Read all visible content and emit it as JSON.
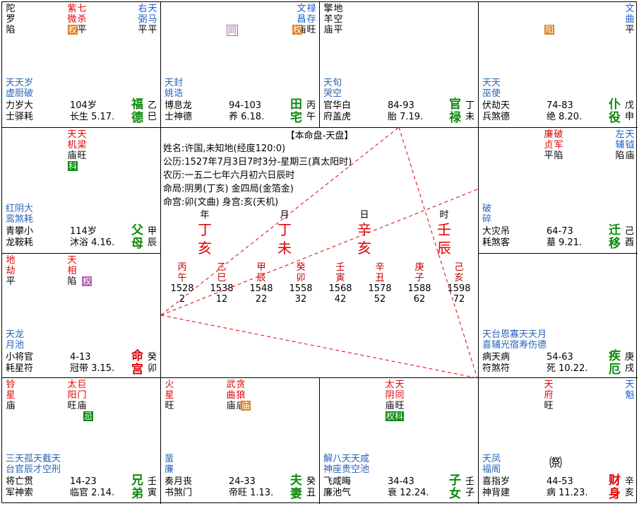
{
  "palaces": {
    "si": {
      "left": [
        [
          "陀",
          "罗",
          "陷",
          "k"
        ]
      ],
      "mid": [
        [
          "紫",
          "微",
          "旺",
          "r"
        ],
        [
          "七",
          "杀",
          "平",
          "r"
        ]
      ],
      "right": [
        [
          "右",
          "弼",
          "平",
          "b"
        ],
        [
          "天",
          "马",
          "平",
          "b"
        ]
      ],
      "minor": [
        "天天岁",
        "虚厨破"
      ],
      "god1": "力岁大",
      "god2": "士驿耗",
      "age": "104岁",
      "stage": "长生 5.17.",
      "pname": [
        "福",
        "德"
      ],
      "gz": [
        "乙",
        "巳"
      ]
    },
    "wu": {
      "right": [
        [
          "文",
          "昌",
          "庙",
          "b"
        ],
        [
          "禄",
          "存",
          "旺",
          "b"
        ]
      ],
      "minor": [
        "天封",
        "姚诰"
      ],
      "god1": "博息龙",
      "god2": "士神德",
      "age": "94-103",
      "stage": "养 6.18.",
      "pname": [
        "田",
        "宅"
      ],
      "gz": [
        "丙",
        "午"
      ]
    },
    "wei": {
      "left": [
        [
          "擎",
          "羊",
          "庙",
          "k"
        ],
        [
          "地",
          "空",
          "平",
          "k"
        ]
      ],
      "minor": [
        "天旬",
        "哭空"
      ],
      "god1": "官华白",
      "god2": "府盖虎",
      "age": "84-93",
      "stage": "胎 7.19.",
      "pname": [
        "官",
        "禄"
      ],
      "gz": [
        "丁",
        "未"
      ]
    },
    "shen": {
      "right": [
        [
          "文",
          "曲",
          "平",
          "b"
        ]
      ],
      "minor": [
        "天天",
        "巫使"
      ],
      "god1": "伏劫天",
      "god2": "兵煞德",
      "age": "74-83",
      "stage": "绝 8.20.",
      "pname": [
        "仆",
        "役"
      ],
      "gz": [
        "戊",
        "申"
      ]
    },
    "chen": {
      "mid": [
        [
          "天",
          "机",
          "庙",
          "r"
        ],
        [
          "天",
          "梁",
          "旺",
          "r"
        ]
      ],
      "minor": [
        "红阴大",
        "鸾煞耗"
      ],
      "god1": "青攀小",
      "god2": "龙鞍耗",
      "age": "114岁",
      "stage": "沐浴 4.16.",
      "pname": [
        "父",
        "母"
      ],
      "gz": [
        "甲",
        "辰"
      ]
    },
    "you": {
      "mid": [
        [
          "廉",
          "贞",
          "平",
          "r"
        ],
        [
          "破",
          "军",
          "陷",
          "r"
        ]
      ],
      "right": [
        [
          "左",
          "辅",
          "陷",
          "b"
        ],
        [
          "天",
          "钺",
          "庙",
          "b"
        ]
      ],
      "minor": [
        "破",
        "碎"
      ],
      "god1": "大灾吊",
      "god2": "耗煞客",
      "age": "64-73",
      "stage": "墓 9.21.",
      "pname": [
        "迁",
        "移"
      ],
      "gz": [
        "己",
        "酉"
      ]
    },
    "mao": {
      "left": [
        [
          "地",
          "劫",
          "平",
          "r"
        ]
      ],
      "mid": [
        [
          "天",
          "相",
          "陷",
          "r"
        ]
      ],
      "minor": [
        "天龙",
        "月池"
      ],
      "god1": "小将官",
      "god2": "耗星符",
      "age": "4-13",
      "stage": "冠带 3.15.",
      "pname": [
        "命",
        "宫"
      ],
      "gz": [
        "癸",
        "卯"
      ]
    },
    "xu": {
      "minor": [
        "天台恩寡天天月",
        "喜辅光宿寿伤德"
      ],
      "god1": "病天病",
      "god2": "符煞符",
      "age": "54-63",
      "stage": "死 10.22.",
      "pname": [
        "疾",
        "厄"
      ],
      "gz": [
        "庚",
        "戌"
      ]
    },
    "yin": {
      "left": [
        [
          "铃",
          "星",
          "庙",
          "r"
        ]
      ],
      "mid": [
        [
          "太",
          "阳",
          "旺",
          "r"
        ],
        [
          "巨",
          "门",
          "庙",
          "r"
        ]
      ],
      "minor": [
        "三天孤天截天",
        "台官辰才空刑"
      ],
      "god1": "将亡贯",
      "god2": "军神索",
      "age": "14-23",
      "stage": "临官 2.14.",
      "pname": [
        "兄",
        "弟"
      ],
      "gz": [
        "壬",
        "寅"
      ]
    },
    "chou": {
      "left": [
        [
          "火",
          "星",
          "旺",
          "r"
        ]
      ],
      "mid": [
        [
          "武",
          "曲",
          "庙",
          "r"
        ],
        [
          "贪",
          "狼",
          "庙",
          "r"
        ]
      ],
      "minor": [
        "蜚",
        "廉"
      ],
      "god1": "奏月丧",
      "god2": "书煞门",
      "age": "24-33",
      "stage": "帝旺 1.13.",
      "pname": [
        "夫",
        "妻"
      ],
      "gz": [
        "癸",
        "丑"
      ]
    },
    "zi": {
      "mid": [
        [
          "太",
          "阴",
          "庙",
          "r"
        ],
        [
          "天",
          "同",
          "旺",
          "r"
        ]
      ],
      "minor": [
        "解八天天咸",
        "神座贵空池"
      ],
      "god1": "飞咸晦",
      "god2": "廉池气",
      "age": "34-43",
      "stage": "衰 12.24.",
      "pname": [
        "子",
        "女"
      ],
      "gz": [
        "壬",
        "子"
      ]
    },
    "hai": {
      "mid": [
        [
          "天",
          "府",
          "旺",
          "r"
        ]
      ],
      "right": [
        [
          "天",
          "魁",
          "",
          "b"
        ]
      ],
      "minor": [
        "天凤",
        "福阁"
      ],
      "god1": "喜指岁",
      "god2": "神背建",
      "age": "44-53",
      "stage": "病 11.23.",
      "pname": [
        "财",
        "身"
      ],
      "gz": [
        "辛",
        "亥"
      ]
    }
  },
  "hua": {
    "si": "权",
    "wu": "权",
    "shen": "权",
    "chen": "科",
    "mao": "权",
    "yin": "忌",
    "chou": "权",
    "zi": "科",
    "hai": "㉀"
  },
  "hua_wu_self": "同",
  "hua_shen_self": "阳",
  "hua_zi_self": "权科",
  "hua_chou_self": "庙",
  "center": {
    "title": "【本命盘-天盘】",
    "info": [
      "姓名:许国,未知地(经度120:0)",
      "公历:1527年7月3日7时3分-星期三(真太阳时)",
      "农历:一五二七年六月初六日辰时",
      "命局:阴男(丁亥)        金四局(金箔金)",
      "命宫:卯(文曲)          身宫:亥(天机)"
    ],
    "pillars": [
      {
        "lbl": "年",
        "gan": "丁",
        "zhi": "亥"
      },
      {
        "lbl": "月",
        "gan": "丁",
        "zhi": "未"
      },
      {
        "lbl": "日",
        "gan": "辛",
        "zhi": "亥"
      },
      {
        "lbl": "时",
        "gan": "壬",
        "zhi": "辰"
      }
    ],
    "dayun": [
      {
        "gan": "丙",
        "zhi": "午",
        "year": "1528",
        "age": "2"
      },
      {
        "gan": "乙",
        "zhi": "巳",
        "year": "1538",
        "age": "12"
      },
      {
        "gan": "甲",
        "zhi": "辰",
        "year": "1548",
        "age": "22"
      },
      {
        "gan": "癸",
        "zhi": "卯",
        "year": "1558",
        "age": "32"
      },
      {
        "gan": "壬",
        "zhi": "寅",
        "year": "1568",
        "age": "42"
      },
      {
        "gan": "辛",
        "zhi": "丑",
        "year": "1578",
        "age": "52"
      },
      {
        "gan": "庚",
        "zhi": "子",
        "year": "1588",
        "age": "62"
      },
      {
        "gan": "己",
        "zhi": "亥",
        "year": "1598",
        "age": "72"
      }
    ]
  }
}
